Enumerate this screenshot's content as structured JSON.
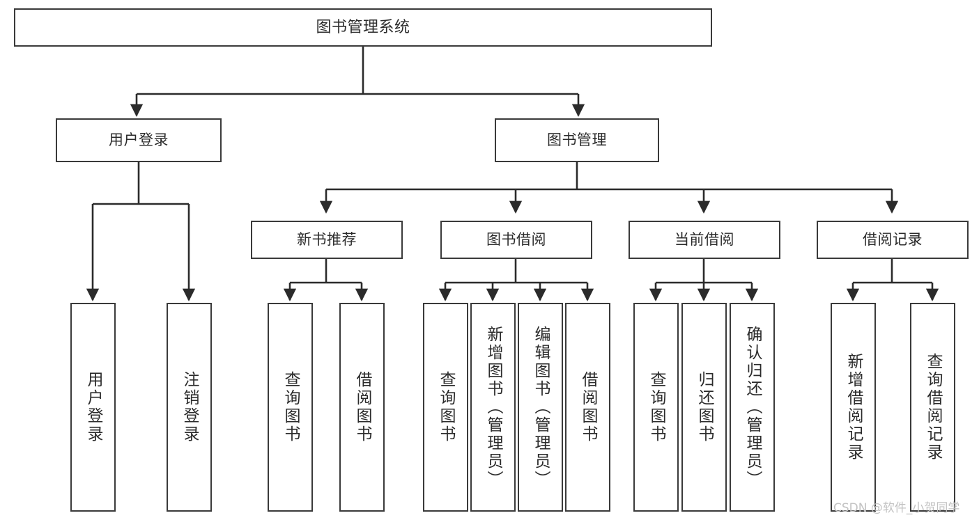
{
  "diagram": {
    "title": "图书管理系统",
    "type": "tree-hierarchy-diagram",
    "colors": {
      "box_border": "#3a3a3a",
      "box_fill": "#ffffff",
      "connector": "#2b2b2b",
      "text": "#2b2b2b",
      "watermark": "#c2c2c2",
      "background": "#ffffff"
    },
    "root": {
      "label": "图书管理系统"
    },
    "level2": [
      {
        "label": "用户登录"
      },
      {
        "label": "图书管理"
      }
    ],
    "level3": [
      {
        "label": "新书推荐"
      },
      {
        "label": "图书借阅"
      },
      {
        "label": "当前借阅"
      },
      {
        "label": "借阅记录"
      }
    ],
    "leaves": {
      "user_login": [
        {
          "label": "用户登录"
        },
        {
          "label": "注销登录"
        }
      ],
      "new_book_recommend": [
        {
          "label": "查询图书"
        },
        {
          "label": "借阅图书"
        }
      ],
      "book_borrow": [
        {
          "label": "查询图书"
        },
        {
          "label": "新增图书（管理员）"
        },
        {
          "label": "编辑图书（管理员）"
        },
        {
          "label": "借阅图书"
        }
      ],
      "current_borrow": [
        {
          "label": "查询图书"
        },
        {
          "label": "归还图书"
        },
        {
          "label": "确认归还（管理员）"
        }
      ],
      "borrow_record": [
        {
          "label": "新增借阅记录"
        },
        {
          "label": "查询借阅记录"
        }
      ]
    }
  },
  "watermark": {
    "text": "CSDN @软件_小贺同学"
  }
}
